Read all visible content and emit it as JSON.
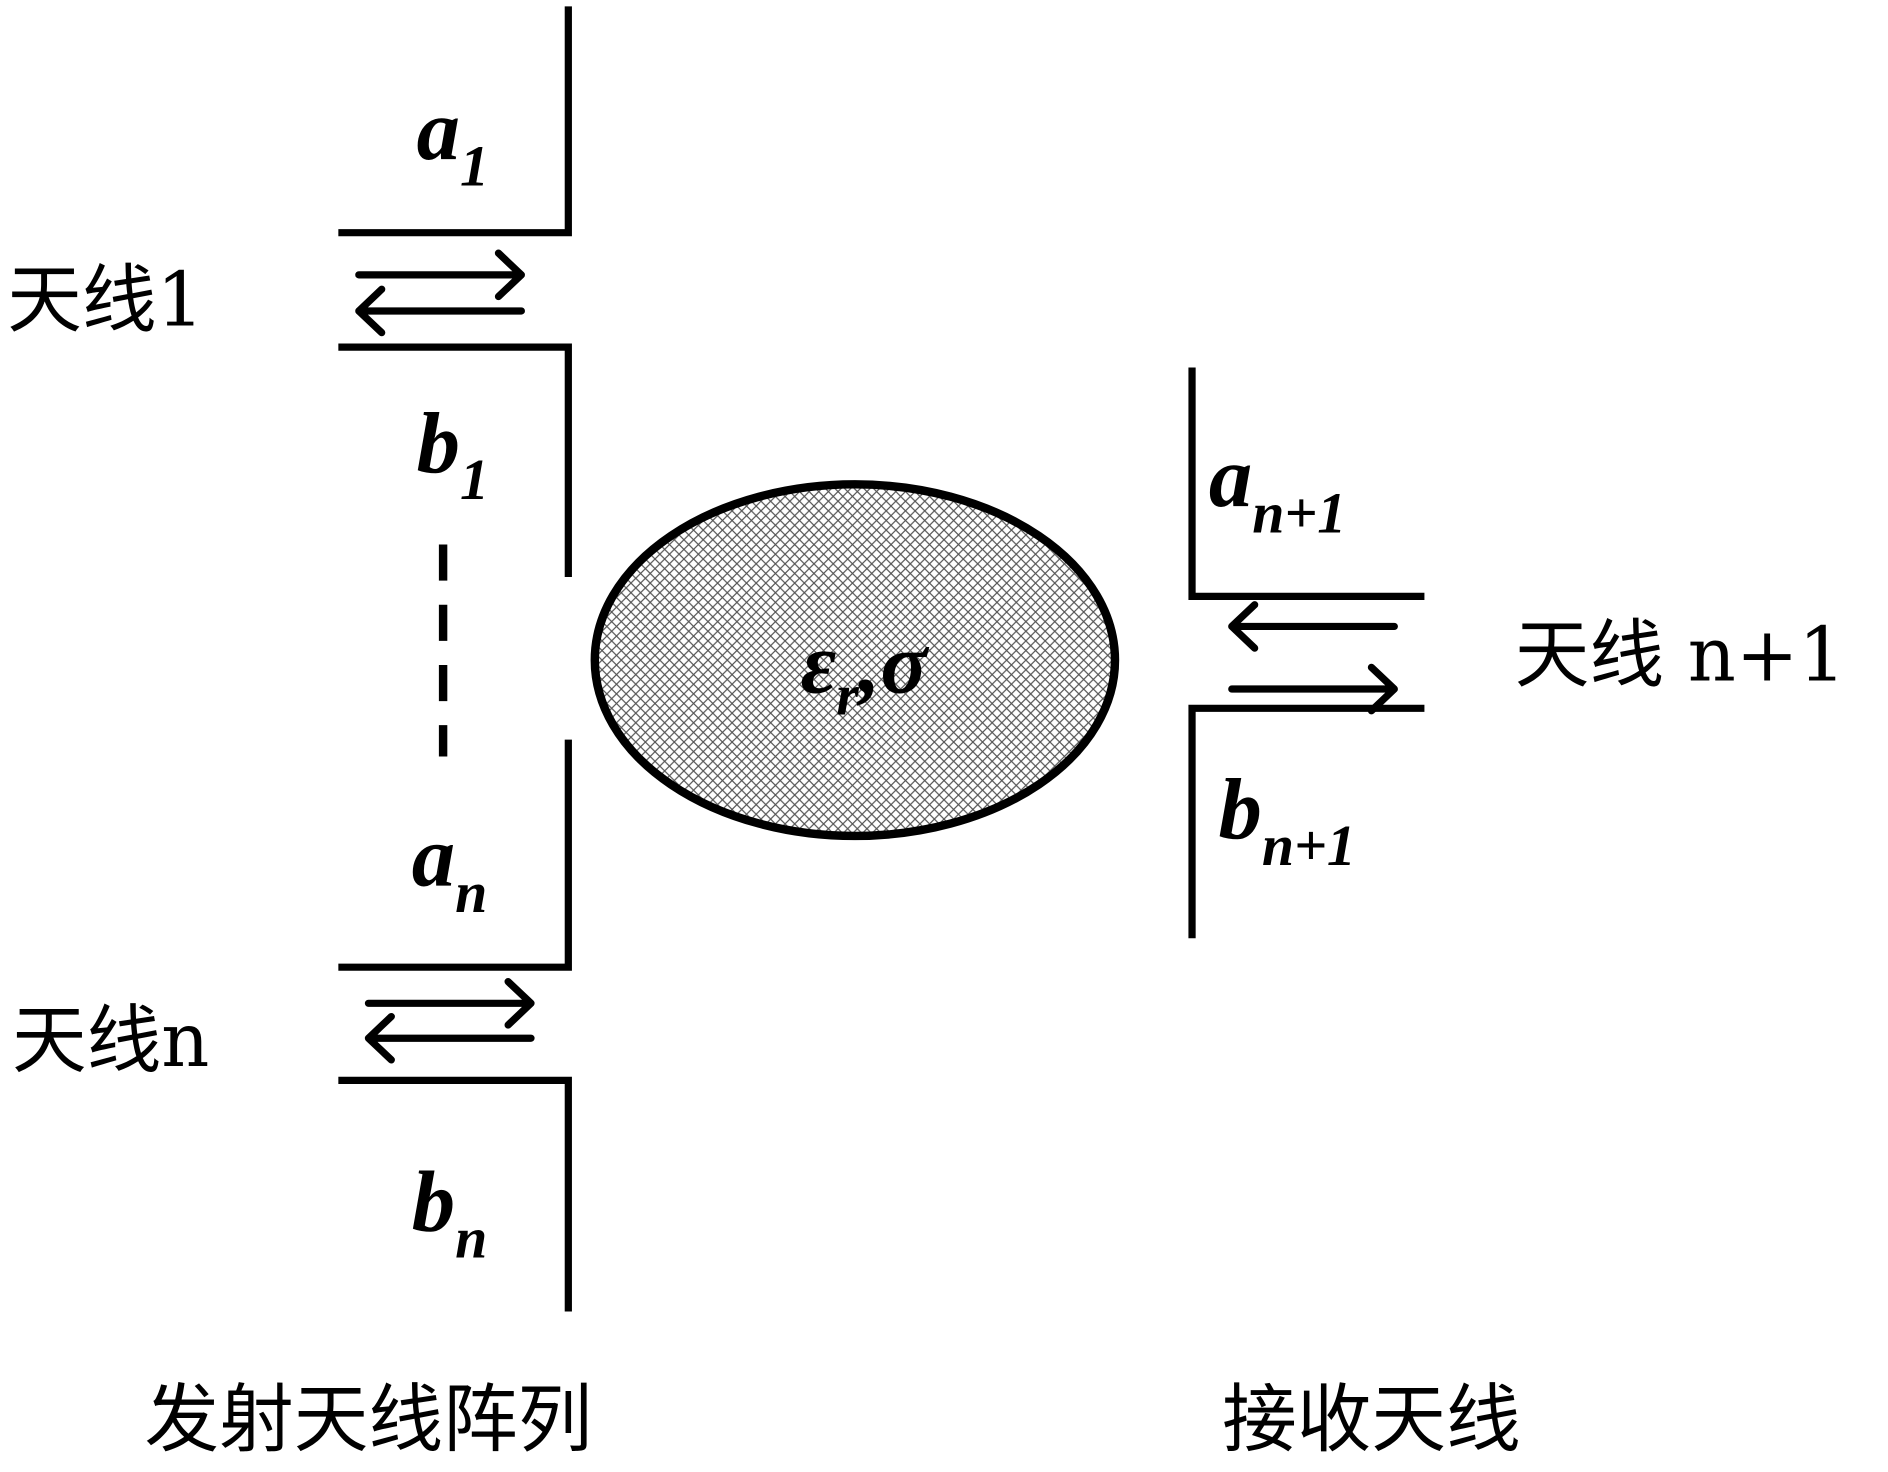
{
  "transmit_array": {
    "caption": "发射天线阵列",
    "antenna_1": {
      "label": "天线1",
      "a": "a",
      "a_sub": "1",
      "b": "b",
      "b_sub": "1"
    },
    "antenna_n": {
      "label": "天线n",
      "a": "a",
      "a_sub": "n",
      "b": "b",
      "b_sub": "n"
    }
  },
  "receive": {
    "caption": "接收天线",
    "antenna": {
      "label": "天线 n+1",
      "a": "a",
      "a_sub": "n+1",
      "b": "b",
      "b_sub": "n+1"
    }
  },
  "object": {
    "eps": "ε",
    "eps_sub": "r",
    "sep": ",",
    "sigma": "σ",
    "fill": "#b8b8b8"
  }
}
